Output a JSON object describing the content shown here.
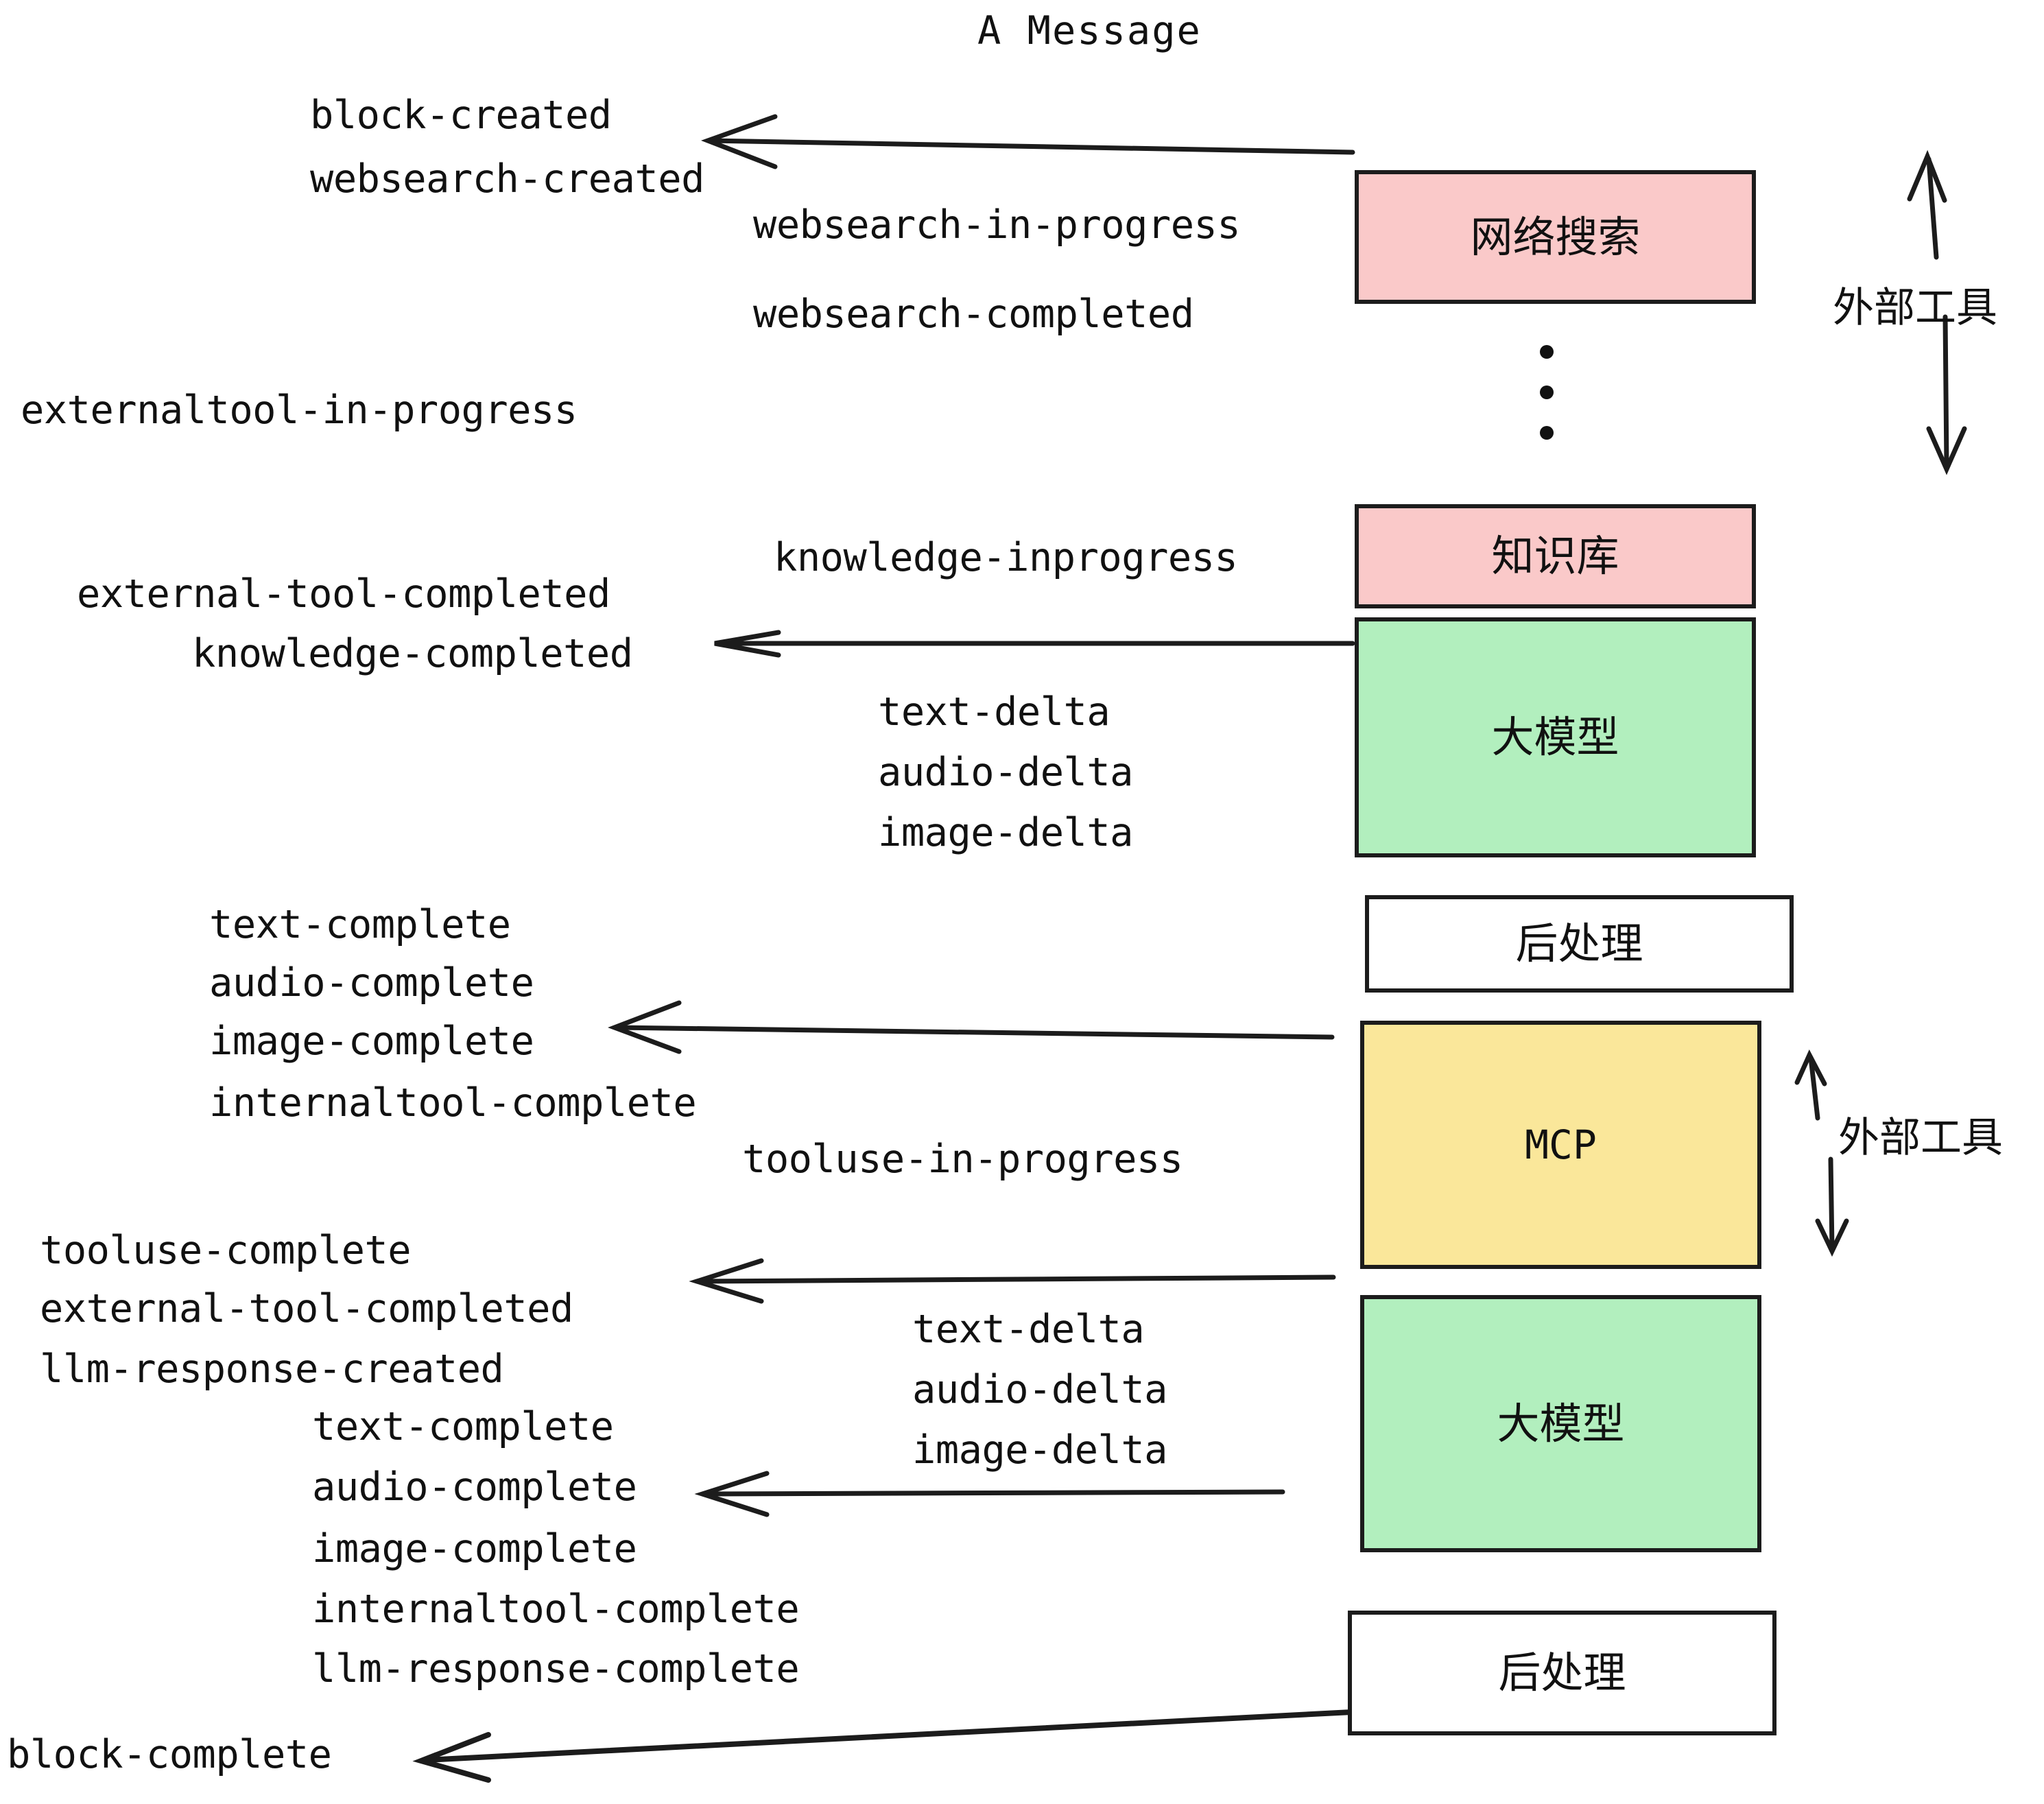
{
  "title": "A Message",
  "colors": {
    "pink": "#fac9c9",
    "green": "#b2efbe",
    "yellow": "#fae79a",
    "white": "#ffffff",
    "stroke": "#1c1c1c",
    "text": "#111111"
  },
  "boxes": [
    {
      "id": "websearch",
      "label": "网络搜索",
      "fill": "#fac9c9"
    },
    {
      "id": "knowledge",
      "label": "知识库",
      "fill": "#fac9c9"
    },
    {
      "id": "llm-1",
      "label": "大模型",
      "fill": "#b2efbe"
    },
    {
      "id": "postprocess-1",
      "label": "后处理",
      "fill": "#ffffff"
    },
    {
      "id": "mcp",
      "label": "MCP",
      "fill": "#fae79a"
    },
    {
      "id": "llm-2",
      "label": "大模型",
      "fill": "#b2efbe"
    },
    {
      "id": "postprocess-2",
      "label": "后处理",
      "fill": "#ffffff"
    }
  ],
  "side_labels": [
    {
      "id": "external-tool-top",
      "label": "外部工具"
    },
    {
      "id": "external-tool-bottom",
      "label": "外部工具"
    }
  ],
  "events": {
    "block_created": "block-created",
    "websearch_created": "websearch-created",
    "websearch_in_progress": "websearch-in-progress",
    "websearch_completed": "websearch-completed",
    "externaltool_in_progress": "externaltool-in-progress",
    "knowledge_inprogress": "knowledge-inprogress",
    "external_tool_completed_1": "external-tool-completed",
    "knowledge_completed": "knowledge-completed",
    "text_delta_1": "text-delta",
    "audio_delta_1": "audio-delta",
    "image_delta_1": "image-delta",
    "text_complete_1": "text-complete",
    "audio_complete_1": "audio-complete",
    "image_complete_1": "image-complete",
    "internaltool_complete_1": "internaltool-complete",
    "tooluse_in_progress": "tooluse-in-progress",
    "tooluse_complete": "tooluse-complete",
    "external_tool_completed_2": "external-tool-completed",
    "llm_response_created": "llm-response-created",
    "text_delta_2": "text-delta",
    "audio_delta_2": "audio-delta",
    "image_delta_2": "image-delta",
    "text_complete_2": "text-complete",
    "audio_complete_2": "audio-complete",
    "image_complete_2": "image-complete",
    "internaltool_complete_2": "internaltool-complete",
    "llm_response_complete": "llm-response-complete",
    "block_complete": "block-complete"
  }
}
